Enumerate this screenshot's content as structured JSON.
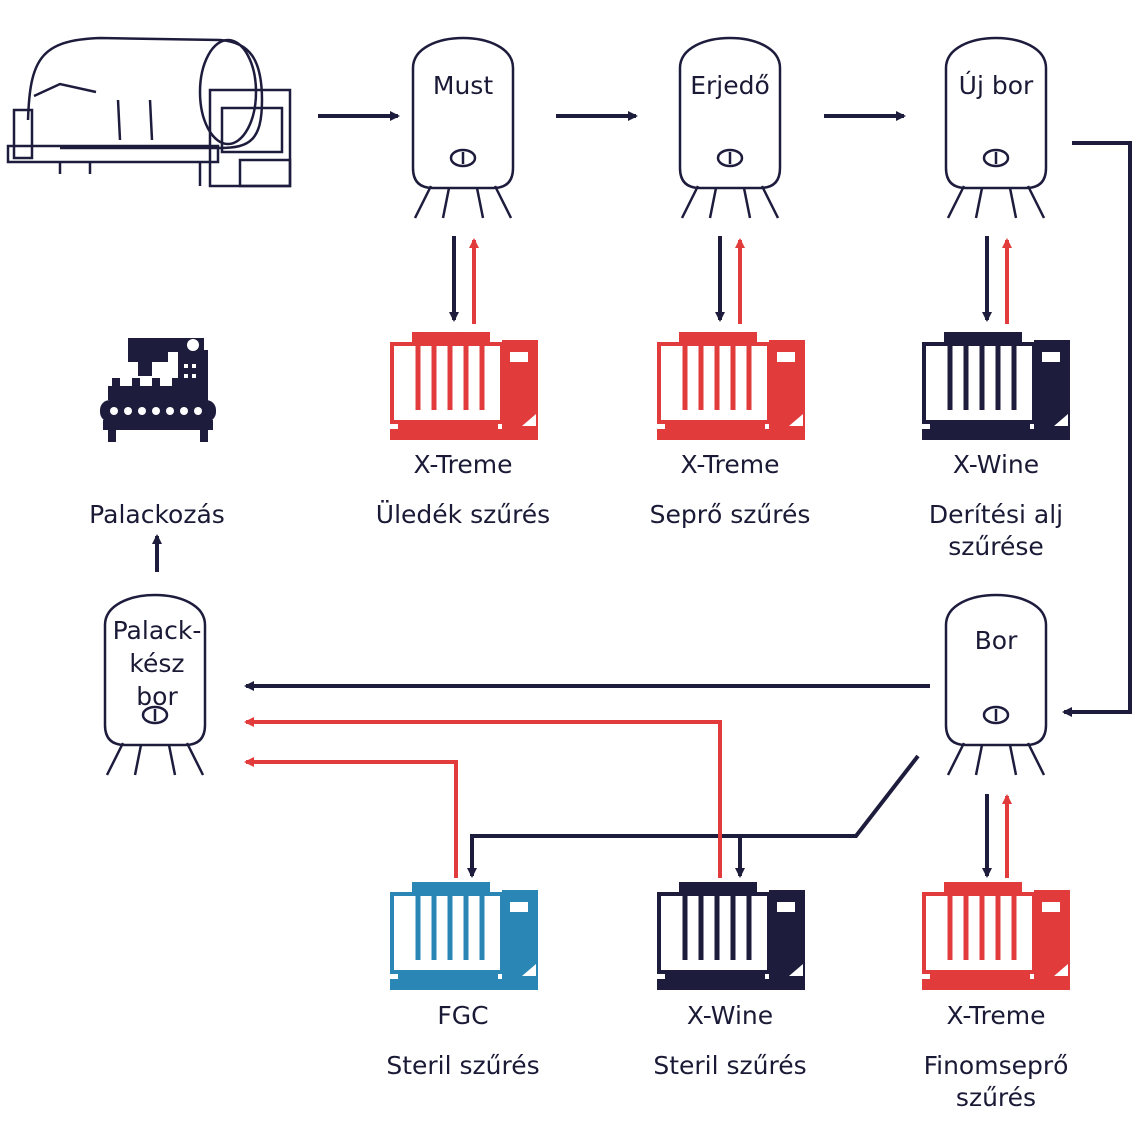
{
  "tanks": {
    "must": "Must",
    "erjedo": "Erjedő",
    "uj_bor": "Új bor",
    "bor": "Bor",
    "palackkesz": [
      "Palack-",
      "kész",
      "bor"
    ]
  },
  "filters": {
    "f1": {
      "name": "X-Treme",
      "task": [
        "Üledék szűrés"
      ],
      "color": "#e23b3b"
    },
    "f2": {
      "name": "X-Treme",
      "task": [
        "Seprő szűrés"
      ],
      "color": "#e23b3b"
    },
    "f3": {
      "name": "X-Wine",
      "task": [
        "Derítési alj",
        "szűrése"
      ],
      "color": "#1d1c3d"
    },
    "f4": {
      "name": "FGC",
      "task": [
        "Steril szűrés"
      ],
      "color": "#2a86b4"
    },
    "f5": {
      "name": "X-Wine",
      "task": [
        "Steril szűrés"
      ],
      "color": "#1d1c3d"
    },
    "f6": {
      "name": "X-Treme",
      "task": [
        "Finomseprő",
        "szűrés"
      ],
      "color": "#e23b3b"
    }
  },
  "bottling": {
    "label": "Palackozás"
  },
  "colors": {
    "navy": "#1d1c3d",
    "red": "#e23b3b",
    "blue": "#2a86b4"
  }
}
